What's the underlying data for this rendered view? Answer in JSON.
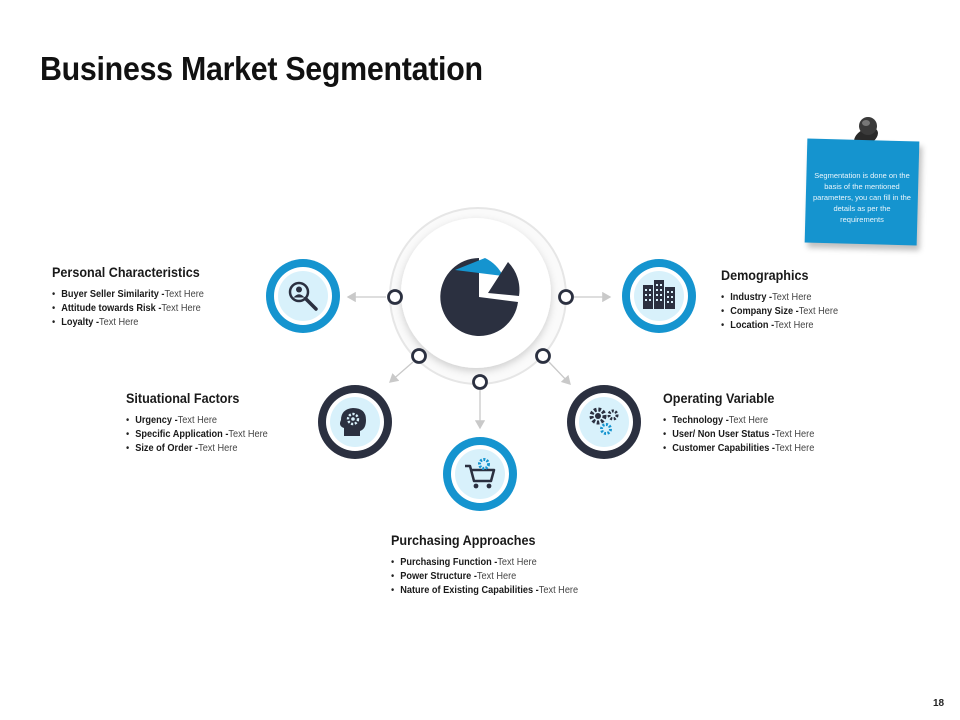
{
  "title": "Business Market Segmentation",
  "page_number": "18",
  "note": {
    "text": "Segmentation is done on the basis of the mentioned parameters, you can fill in the details as per the requirements"
  },
  "colors": {
    "accent": "#1594cf",
    "dark": "#2b3040",
    "icon_fill": "#d8f1fb"
  },
  "segments": [
    {
      "title": "Personal Characteristics",
      "icon": "person-magnifier-icon",
      "items": [
        {
          "bold": "Buyer Seller Similarity -",
          "text": "Text Here"
        },
        {
          "bold": "Attitude towards Risk -",
          "text": "Text Here"
        },
        {
          "bold": "Loyalty -",
          "text": "Text Here"
        }
      ]
    },
    {
      "title": "Demographics",
      "icon": "buildings-icon",
      "items": [
        {
          "bold": "Industry -",
          "text": "Text Here"
        },
        {
          "bold": "Company Size -",
          "text": "Text Here"
        },
        {
          "bold": "Location -",
          "text": "Text Here"
        }
      ]
    },
    {
      "title": "Situational Factors",
      "icon": "head-gear-icon",
      "items": [
        {
          "bold": "Urgency -",
          "text": "Text Here"
        },
        {
          "bold": "Specific Application -",
          "text": "Text Here"
        },
        {
          "bold": "Size of Order -",
          "text": "Text Here"
        }
      ]
    },
    {
      "title": "Operating Variable",
      "icon": "gears-icon",
      "items": [
        {
          "bold": "Technology -",
          "text": "Text Here"
        },
        {
          "bold": "User/ Non User Status -",
          "text": "Text Here"
        },
        {
          "bold": "Customer Capabilities -",
          "text": "Text Here"
        }
      ]
    },
    {
      "title": "Purchasing Approaches",
      "icon": "shopping-cart-icon",
      "items": [
        {
          "bold": "Purchasing Function -",
          "text": "Text Here"
        },
        {
          "bold": "Power Structure -",
          "text": "Text Here"
        },
        {
          "bold": "Nature of Existing Capabilities -",
          "text": "Text Here"
        }
      ]
    }
  ]
}
